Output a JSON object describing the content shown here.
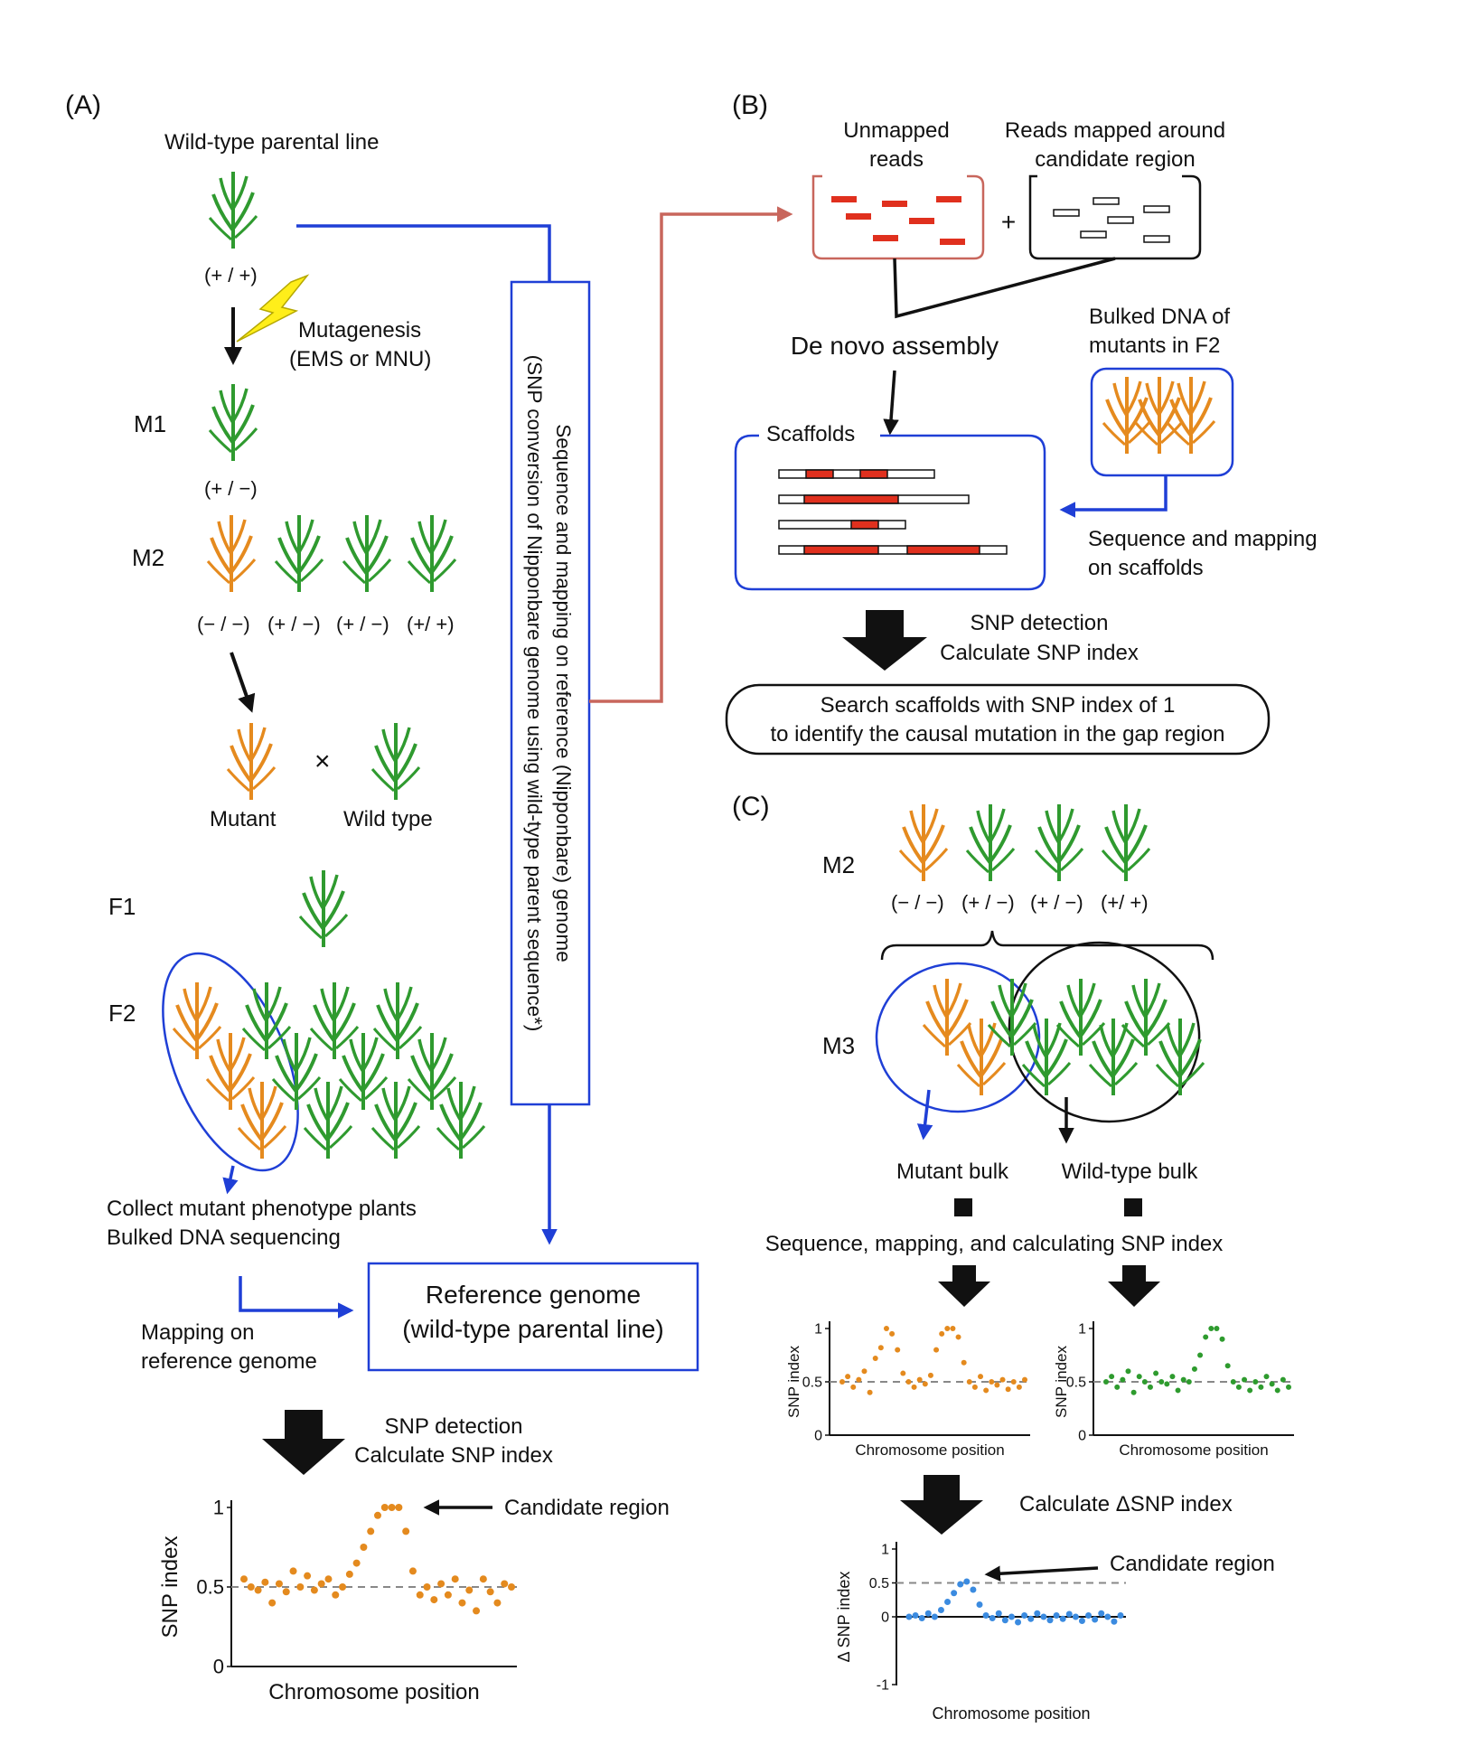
{
  "colors": {
    "blue": "#1f3fd6",
    "salmon": "#c8665c",
    "red": "#e0301e",
    "plant_green": "#2f9a2f",
    "plant_orange": "#e58a1e",
    "dot_orange": "#e48a1e",
    "dot_green": "#2e9b2e",
    "dot_blue": "#3b8be0",
    "bolt": "#ffee1a"
  },
  "panelA": {
    "label": "(A)",
    "wt_parent": "Wild-type parental line",
    "geno_wt": "(+ / +)",
    "mutagenesis_1": "Mutagenesis",
    "mutagenesis_2": "(EMS or MNU)",
    "m1": "M1",
    "geno_m1": "(+ / −)",
    "m2": "M2",
    "m2_genos": [
      "(− / −)",
      "(+ / −)",
      "(+ / −)",
      "(+/ +)"
    ],
    "cross": "×",
    "mutant": "Mutant",
    "wild_type": "Wild type",
    "f1": "F1",
    "f2": "F2",
    "collect_1": "Collect mutant phenotype plants",
    "collect_2": "Bulked DNA sequencing",
    "mapping_1": "Mapping on",
    "mapping_2": "reference genome",
    "ref_1": "Reference genome",
    "ref_2": "(wild-type parental line)",
    "seq_map_1": "Sequence and  mapping on reference (Nipponbare) genome",
    "seq_map_2": "(SNP conversion of Nipponbare genome using wild-type parent sequence*)",
    "snp_1": "SNP detection",
    "snp_2": "Calculate SNP index",
    "candidate": "Candidate region"
  },
  "panelB": {
    "label": "(B)",
    "unmapped_1": "Unmapped",
    "unmapped_2": "reads",
    "mapped_1": "Reads mapped around",
    "mapped_2": "candidate region",
    "plus": "+",
    "denovo": "De novo assembly",
    "bulked_1": "Bulked DNA of",
    "bulked_2": "mutants in F2",
    "scaffolds": "Scaffolds",
    "seqmap_1": "Sequence and mapping",
    "seqmap_2": "on scaffolds",
    "snp_1": "SNP detection",
    "snp_2": "Calculate SNP index",
    "search_1": "Search scaffolds with SNP index of 1",
    "search_2": "to identify the causal mutation in the gap region"
  },
  "panelC": {
    "label": "(C)",
    "m2": "M2",
    "m2_genos": [
      "(− / −)",
      "(+ / −)",
      "(+ / −)",
      "(+/ +)"
    ],
    "m3": "M3",
    "mutant_bulk": "Mutant bulk",
    "wt_bulk": "Wild-type bulk",
    "seqcalc": "Sequence, mapping, and calculating SNP index",
    "delta": "Calculate ΔSNP index",
    "candidate": "Candidate region"
  },
  "chart_data": [
    {
      "type": "scatter",
      "name": "A-snp-index",
      "xlabel": "Chromosome position",
      "ylabel": "SNP index",
      "ylim": [
        0,
        1
      ],
      "yticks": [
        "0",
        "0.5",
        "1"
      ],
      "reference_line": 0.5,
      "y": [
        0.55,
        0.5,
        0.48,
        0.53,
        0.4,
        0.52,
        0.47,
        0.6,
        0.5,
        0.57,
        0.48,
        0.52,
        0.55,
        0.45,
        0.5,
        0.58,
        0.65,
        0.75,
        0.85,
        0.95,
        1,
        1,
        1,
        0.85,
        0.6,
        0.45,
        0.5,
        0.42,
        0.52,
        0.45,
        0.55,
        0.4,
        0.48,
        0.35,
        0.55,
        0.47,
        0.4,
        0.52,
        0.5
      ]
    },
    {
      "type": "scatter",
      "name": "C-mutant-bulk",
      "xlabel": "Chromosome position",
      "ylabel": "SNP index",
      "ylim": [
        0,
        1
      ],
      "yticks": [
        "0",
        "0.5",
        "1"
      ],
      "reference_line": 0.5,
      "y": [
        0.5,
        0.55,
        0.45,
        0.52,
        0.6,
        0.4,
        0.72,
        0.82,
        1,
        0.95,
        0.8,
        0.58,
        0.5,
        0.45,
        0.52,
        0.48,
        0.56,
        0.8,
        0.95,
        1,
        1,
        0.92,
        0.68,
        0.5,
        0.45,
        0.55,
        0.42,
        0.5,
        0.47,
        0.52,
        0.43,
        0.5,
        0.45,
        0.52
      ]
    },
    {
      "type": "scatter",
      "name": "C-wildtype-bulk",
      "xlabel": "Chromosome position",
      "ylabel": "SNP index",
      "ylim": [
        0,
        1
      ],
      "yticks": [
        "0",
        "0.5",
        "1"
      ],
      "reference_line": 0.5,
      "y": [
        0.5,
        0.55,
        0.45,
        0.52,
        0.6,
        0.4,
        0.55,
        0.5,
        0.45,
        0.58,
        0.5,
        0.48,
        0.55,
        0.42,
        0.52,
        0.5,
        0.62,
        0.75,
        0.92,
        1,
        1,
        0.9,
        0.65,
        0.5,
        0.45,
        0.52,
        0.42,
        0.5,
        0.45,
        0.55,
        0.48,
        0.42,
        0.52,
        0.45
      ]
    },
    {
      "type": "scatter",
      "name": "C-delta-snp-index",
      "xlabel": "Chromosome position",
      "ylabel": "Δ SNP index",
      "ylim": [
        -1,
        1
      ],
      "yticks": [
        "-1",
        "0",
        "0.5",
        "1"
      ],
      "reference_line": 0.5,
      "y": [
        0,
        0.02,
        -0.02,
        0.05,
        0,
        0.1,
        0.22,
        0.35,
        0.48,
        0.52,
        0.4,
        0.18,
        0.02,
        -0.02,
        0.05,
        -0.05,
        0,
        -0.08,
        0.02,
        -0.03,
        0.05,
        0,
        -0.05,
        0.02,
        -0.03,
        0.04,
        0,
        -0.06,
        0.02,
        -0.04,
        0.05,
        0,
        -0.07,
        0.02
      ]
    }
  ]
}
